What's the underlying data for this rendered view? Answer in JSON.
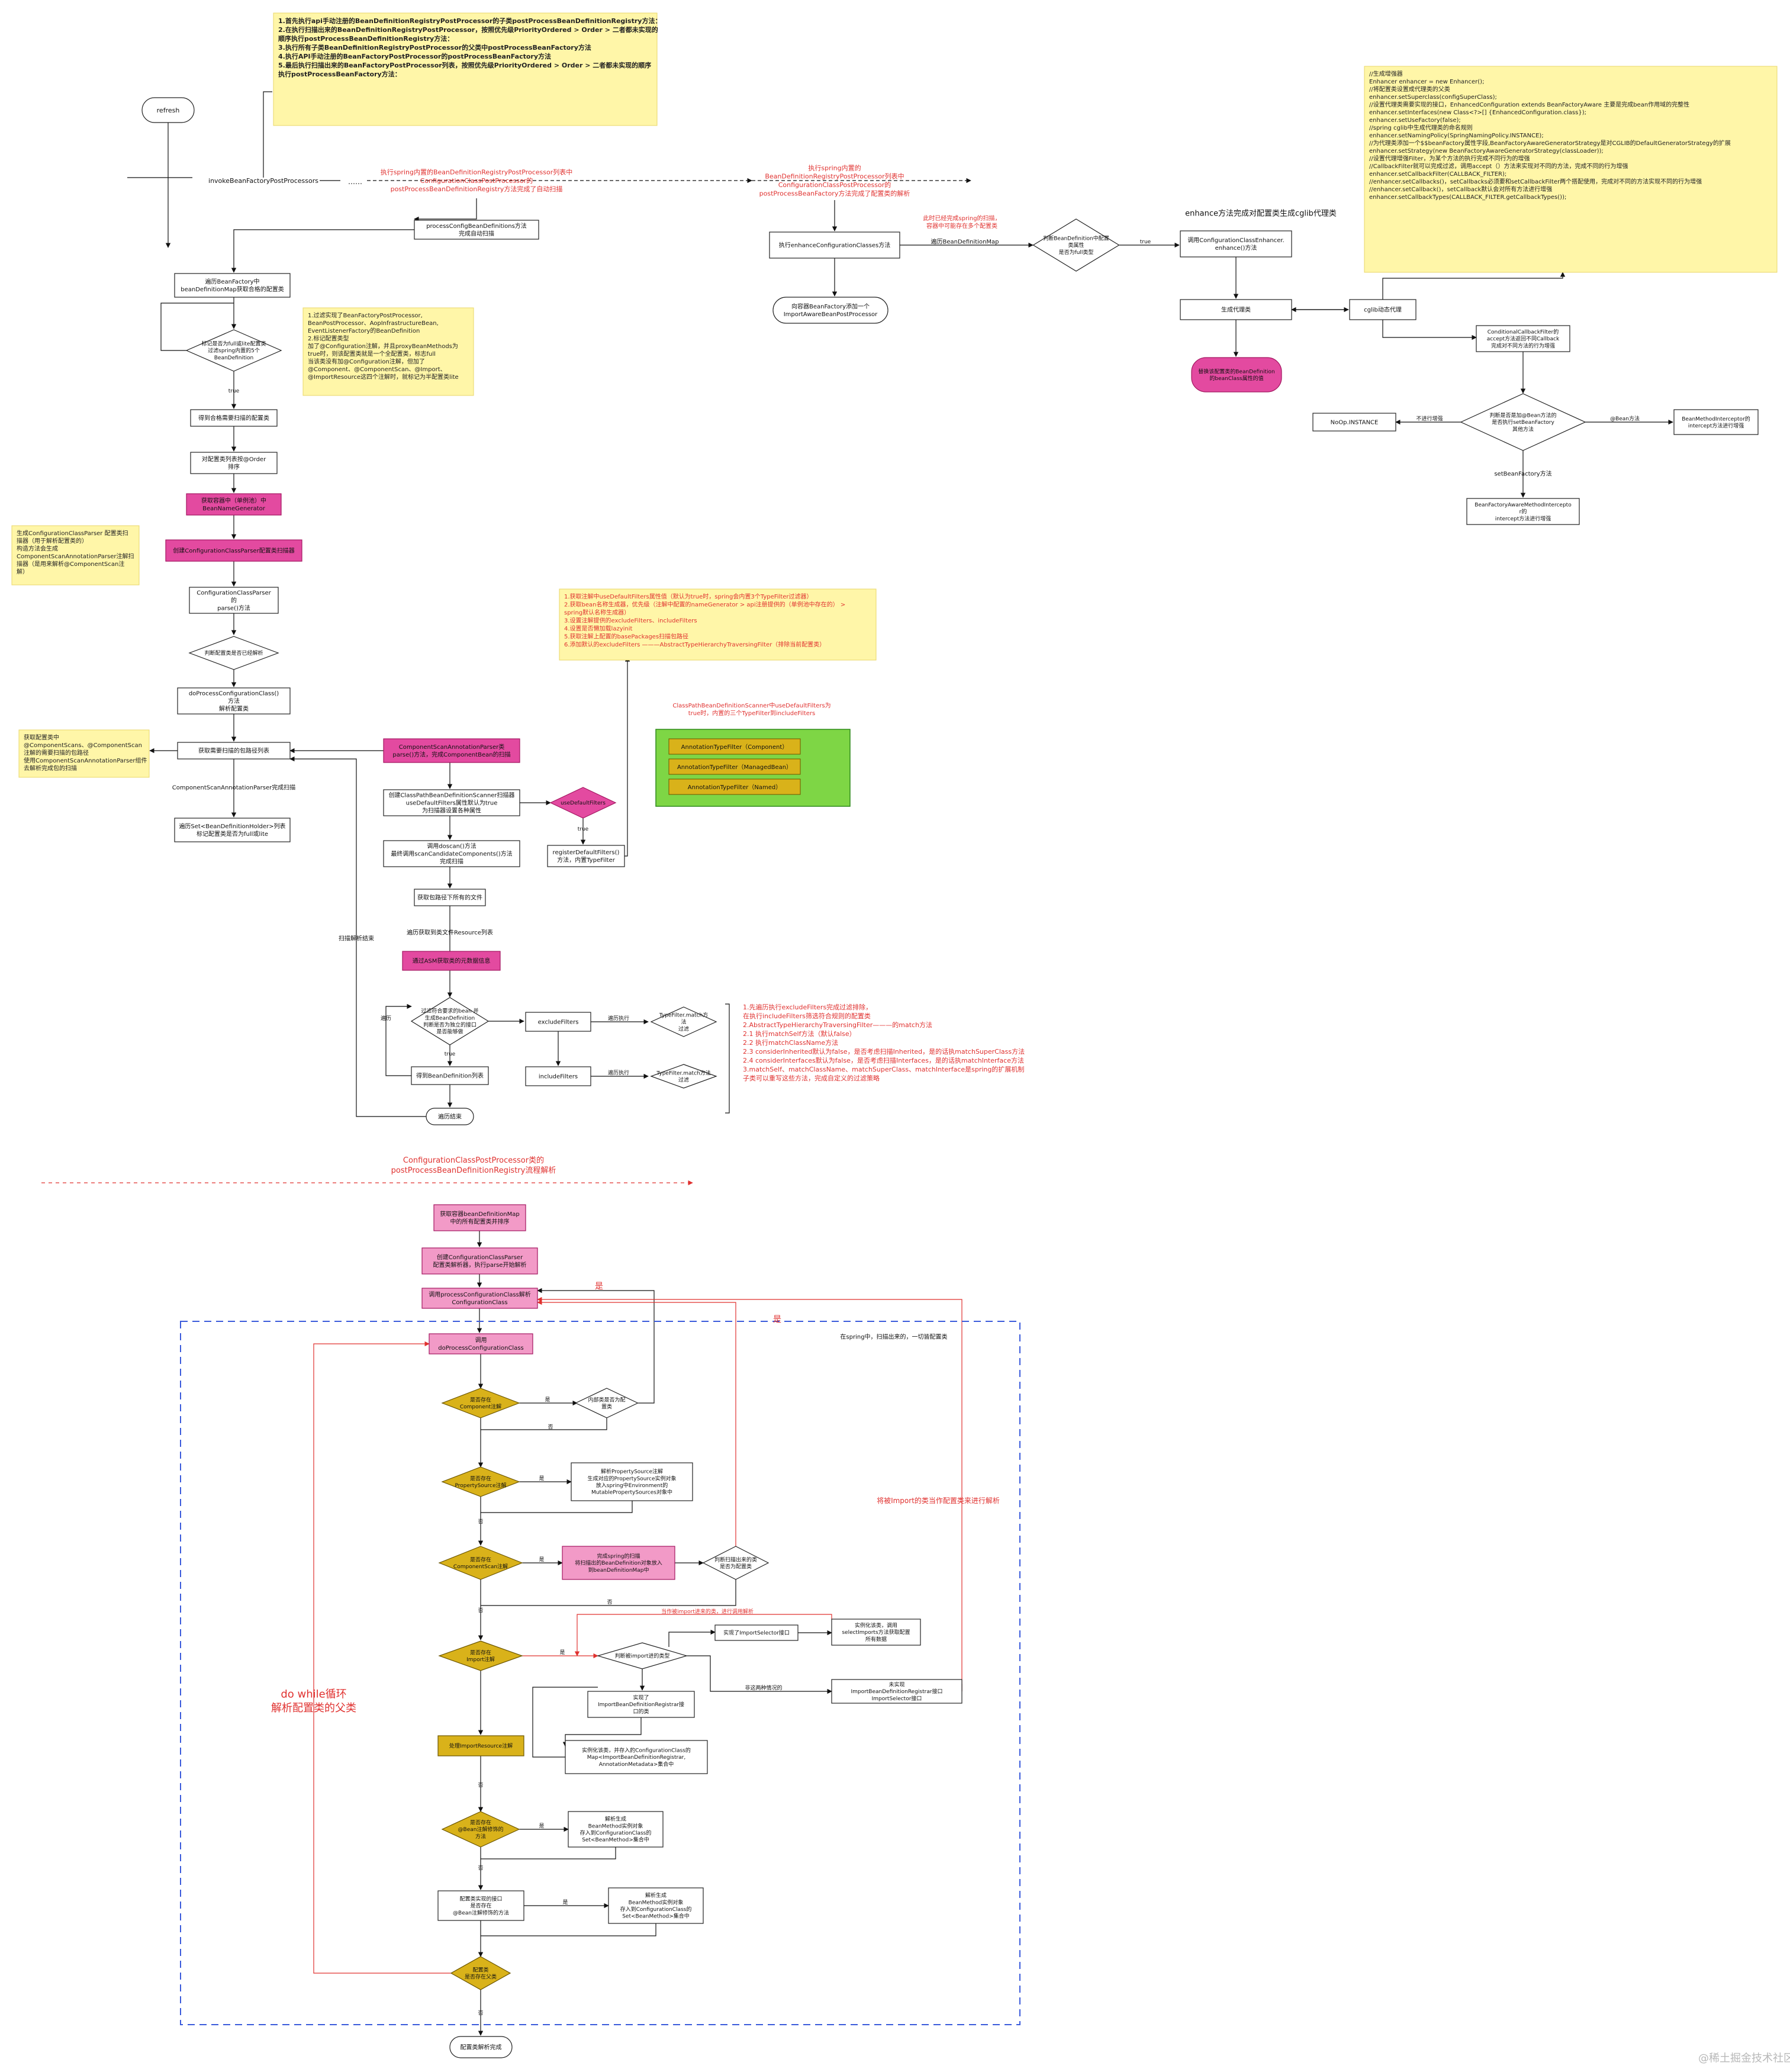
{
  "colors": {
    "line": "#111111",
    "red": "#e0312f",
    "note_fill": "#fff6a8",
    "note_stroke": "#e8d76a",
    "pink": "#e34aa0",
    "pink_light": "#f29ac7",
    "gold": "#d9b21a",
    "green": "#7ed645",
    "box_stroke": "#222222",
    "dashed_blue": "#3b5bdb"
  },
  "nodes": {
    "refresh": "refresh",
    "invoke": "invokeBeanFactoryPostProcessors",
    "dots": "……",
    "red_exec_cc": [
      "执行spring内置的BeanDefinitionRegistryPostProcessor列表中",
      "ConfigurationClassPostProcessor的",
      "postProcessBeanDefinitionRegistry方法完成了自动扫描"
    ],
    "process_config": [
      "processConfigBeanDefinitions方法",
      "完成自动扫描"
    ],
    "traverse_map": [
      "遍历BeanFactory中",
      "beanDefinitionMap获取合格的配置类"
    ],
    "diamond_full_lite": [
      "标记是否为full或lite配置类",
      "过滤spring内置的5个",
      "BeanDefinition"
    ],
    "label_true1": "true",
    "collect_config": "得到合格需要扫描的配置类",
    "sort_config": [
      "对配置类列表按@Order",
      "排序"
    ],
    "get_bean_name_gen": [
      "获取容器中（单例池）中",
      "BeanNameGenerator"
    ],
    "create_parser": "创建ConfigurationClassParser配置类扫描器",
    "parser_parse": [
      "ConfigurationClassParser",
      "的",
      "parse()方法"
    ],
    "diamond_parsed": "判断配置类是否已经解析",
    "do_process": [
      "doProcessConfigurationClass()",
      "方法",
      "解析配置类"
    ],
    "get_scan_paths": "获取需要扫描的包路径列表",
    "scan_parse_done": "ComponentScanAnnotationParser完成扫描",
    "traverse_set": [
      "遍历Set<BeanDefinitionHolder>列表",
      "标记配置类是否为full或lite"
    ],
    "note_filter": [
      "1.过滤实现了BeanFactoryPostProcessor,",
      "BeanPostProcessor、AopInfrastructureBean,",
      "EventListenerFactory的BeanDefinition",
      "2.标记配置类型",
      "加了@Configuration注解，并且proxyBeanMethods为",
      "true时，则该配置类就是一个全配置类，标志full",
      "",
      "当该类没有加@Configuration注解，但加了",
      "@Component、@ComponentScan、@Import、",
      "@ImportResource这四个注解时，就标记为半配置类lite"
    ],
    "note_parser": [
      "生成ConfigurationClassParser 配置类扫",
      "描器（用于解析配置类的）",
      "",
      "构造方法会生成",
      "ComponentScanAnnotationParser注解扫",
      "描器（是用来解析@ComponentScan注",
      "解）"
    ],
    "note_scan_paths": [
      "获取配置类中",
      "@ComponentScans、@ComponentScan",
      "注解的需要扫描的包路径",
      "使用ComponentScanAnnotationParser组件",
      "去解析完成包的扫描"
    ],
    "component_scan_parser": [
      "ComponentScanAnnotationParser类",
      "parse()方法，完成ComponentBean的扫描"
    ],
    "create_scanner": [
      "创建ClassPathBeanDefinitionScanner扫描器",
      "useDefaultFilters属性默认为true",
      "为扫描器设置各种属性"
    ],
    "diamond_use_default": "useDefaultFilters",
    "label_true2": "true",
    "register_filters": [
      "registerDefaultFilters()",
      "方法，内置TypeFilter"
    ],
    "do_scan": [
      "调用doscan()方法",
      "最终调用scanCandidateComponents()方法",
      "完成扫描"
    ],
    "get_files": "获取包路径下所有的文件",
    "traverse_resources": "遍历获取到类文件Resource列表",
    "asm": "通过ASM获取类的元数据信息",
    "diamond_candidate": [
      "过滤符合要求的bean 并",
      "生成BeanDefinition",
      "判断是否为独立的接口",
      "是否能够做"
    ],
    "label_true3": "true",
    "label_traverse": "遍历",
    "get_bd_list": "得到BeanDefinition列表",
    "traverse_end": "遍历结束",
    "exclude_filters": "excludeFilters",
    "include_filters": "includeFilters",
    "label_traverse_exec1": "遍历执行",
    "label_traverse_exec2": "遍历执行",
    "typefilter_match1": [
      "TypeFilter.match方",
      "法",
      "过滤"
    ],
    "typefilter_match2": [
      "TypeFilter.match方法",
      "过滤"
    ],
    "scan_result_end": "扫描解析结束",
    "note_default_filters": [
      "1.获取注解中useDefaultFilters属性值（默认为true时，spring会内置3个TypeFilter过滤器）",
      "2.获取bean名称生成器，优先级（注解中配置的nameGenerator > api注册提供的（单例池中存在的） >",
      "spring默认名称生成器）",
      "3.设置注解提供的excludeFilters、includeFilters",
      "4.设置是否懒加载lazyinit",
      "5.获取注解上配置的basePackages扫描包路径",
      "6.添加默认的excludeFilters ———AbstractTypeHierarchyTraversingFilter（排除当前配置类）"
    ],
    "red_cpbds": [
      "ClassPathBeanDefinitionScanner中useDefaultFilters为",
      "true时，内置的三个TypeFilter到includeFilters"
    ],
    "green_filters": [
      "AnnotationTypeFilter（Component）",
      "AnnotationTypeFilter（ManagedBean）",
      "AnnotationTypeFilter（Named）"
    ],
    "red_match_notes": [
      "1.先遍历执行excludeFilters完成过滤排除，",
      "在执行includeFilters筛选符合规则的配置类",
      "",
      "2.AbstractTypeHierarchyTraversingFilter———的match方法",
      "2.1 执行matchSelf方法（默认false）",
      "2.2 执行matchClassName方法",
      "2.3 considerInherited默认为false，是否考虑扫描Inherited，是的话执matchSuperClass方法",
      "2.4 considerInterfaces默认为false，是否考虑扫描Interfaces，是的话执matchInterface方法",
      "",
      "3.matchSelf、matchClassName、matchSuperClass、matchInterface是spring的扩展机制",
      "子类可以重写这些方法，完成自定义的过滤策略"
    ],
    "red_exec_cc_right": [
      "执行spring内置的",
      "BeanDefinitionRegistryPostProcessor列表中",
      "ConfigurationClassPostProcessor的",
      "postProcessBeanFactory方法完成了配置类的解析"
    ],
    "enhance_classes": "执行enhanceConfigurationClasses方法",
    "red_already_scanned": [
      "此时已经完成spring的扫描，",
      "容器中可能存在多个配置类"
    ],
    "traverse_bdmap": "遍历BeanDefinitionMap",
    "diamond_full_type": [
      "判断BeanDefinition中配置",
      "类属性",
      "是否为full类型"
    ],
    "label_true4": "true",
    "add_import_aware": [
      "向容器BeanFactory添加一个",
      "ImportAwareBeanPostProcessor"
    ],
    "enhance_title": "enhance方法完成对配置类生成cglib代理类",
    "call_enhance": [
      "调用ConfigurationClassEnhancer.",
      "enhance()方法"
    ],
    "gen_proxy": "生成代理类",
    "cglib_proxy": "cglib动态代理",
    "replace_bd": [
      "替换该配置类的BeanDefinition",
      "的beanClass属性的值"
    ],
    "note_enhancer": [
      "//生成增强器",
      "Enhancer enhancer = new Enhancer();",
      "",
      "//将配置类设置成代理类的父类",
      "enhancer.setSuperclass(configSuperClass);",
      "",
      "//设置代理类需要实现的接口，EnhancedConfiguration extends BeanFactoryAware 主要是完成bean作用域的完整性",
      "enhancer.setInterfaces(new Class<?>[] {EnhancedConfiguration.class});",
      "",
      "enhancer.setUseFactory(false);",
      "",
      "//spring cglib中生成代理类的命名规则",
      "enhancer.setNamingPolicy(SpringNamingPolicy.INSTANCE);",
      "",
      "//为代理类添加一个$$beanFactory属性字段,BeanFactoryAwareGeneratorStrategy是对CGLIB的DefaultGeneratorStrategy的扩展",
      "enhancer.setStrategy(new BeanFactoryAwareGeneratorStrategy(classLoader));",
      "",
      "//设置代理增强Filter，为某个方法的执行完成不同行为的增强",
      "//CallbackFilter就可以完成过滤，调用accept（）方法来实现对不同的方法，完成不同的行为增强",
      "enhancer.setCallbackFilter(CALLBACK_FILTER);",
      "",
      "//enhancer.setCallbacks()，setCallbacks必须要和setCallbackFilter两个搭配使用，完成对不同的方法实现不同的行为增强",
      "//enhancer.setCallback()，setCallback默认会对所有方法进行增强",
      "",
      "enhancer.setCallbackTypes(CALLBACK_FILTER.getCallbackTypes());"
    ],
    "conditional_callback": [
      "ConditionalCallbackFilter的",
      "accept方法返回不同Callback",
      "完成对不同方法的行为增强"
    ],
    "diamond_bean_method": [
      "判断是否是加@Bean方法的",
      "是否执行setBeanFactory",
      "其他方法"
    ],
    "noop": "NoOp.INSTANCE",
    "label_no_enhance": "不进行增强",
    "label_bean_method": "@Bean方法",
    "bean_method_interceptor": [
      "BeanMethodInterceptor的",
      "intercept方法进行增强"
    ],
    "label_set_bean_factory": "setBeanFactory方法",
    "bean_factory_aware_interceptor": [
      "BeanFactoryAwareMethodIntercepto",
      "r的",
      "intercept方法进行增强"
    ],
    "red_section_title": [
      "ConfigurationClassPostProcessor类的",
      "postProcessBeanDefinitionRegistry流程解析"
    ],
    "get_bdmap_configs": [
      "获取容器beanDefinitionMap",
      "中的所有配置类并排序"
    ],
    "create_parser_parse": [
      "创建ConfigurationClassParser",
      "配置类解析器，执行parse开始解析"
    ],
    "call_process": [
      "调用processConfigurationClass解析",
      "ConfigurationClass"
    ],
    "red_yes1": "是",
    "red_yes2": "是",
    "loop_title": "在spring中，扫描出来的，一切皆配置类",
    "call_do_process": [
      "调用",
      "doProcessConfigurationClass"
    ],
    "diamond_component": [
      "是否存在",
      "Component注解"
    ],
    "diamond_inner_config": [
      "内部类是否为配",
      "置类"
    ],
    "label_yes_a": "是",
    "label_no_a": "否",
    "diamond_property_source": [
      "是否存在",
      "PropertySource注解"
    ],
    "property_source_box": [
      "解析PropertySource注解",
      "生成对应的PropertySource实例对象",
      "放入spring中Environment的",
      "MutablePropertySources对象中"
    ],
    "label_yes_b": "是",
    "label_no_b": "否",
    "diamond_component_scan": [
      "是否存在",
      "ComponentScan注解"
    ],
    "component_scan_box": [
      "完成spring的扫描",
      "将扫描出的BeanDefinition对象放入",
      "到beanDefinitionMap中"
    ],
    "diamond_scanned_config": [
      "判断扫描出来的类",
      "是否为配置类"
    ],
    "label_yes_c": "是",
    "label_no_c": "否",
    "label_no_c2": "否",
    "red_import_import": "当作被import进来的类，进行调用解析",
    "diamond_import": [
      "是否存在",
      "Import注解"
    ],
    "diamond_import_type": "判断被import进的类型",
    "import_selector": "实现了ImportSelector接口",
    "select_imports": [
      "实例化该类，调用",
      "selectImports方法获取配置",
      "所有数据"
    ],
    "import_registrar": [
      "实现了",
      "ImportBeanDefinitionRegistrar接",
      "口的类"
    ],
    "label_other_two": "非这两种情况的",
    "not_impl": [
      "未实现",
      "ImportBeanDefinitionRegistrar接口",
      "ImportSelector接口"
    ],
    "label_yes_d": "是",
    "label_no_d": "否",
    "instantiate_registrar": [
      "实例化该类，并存入的ConfigurationClass的",
      "Map<ImportBeanDefinitionRegistrar,",
      "AnnotationMetadata>集合中"
    ],
    "red_import_config": "将被Import的类当作配置类来进行解析",
    "import_resource": "处理ImportResource注解",
    "label_no_e": "否",
    "diamond_bean_annotation": [
      "是否存在",
      "@Bean注解修饰的",
      "方法"
    ],
    "bean_method_box": [
      "解析生成",
      "BeanMethod实例对象",
      "存入到ConfigurationClass的",
      "Set<BeanMethod>集合中"
    ],
    "label_yes_f": "是",
    "label_no_f": "否",
    "interface_bean": [
      "配置类实现的接口",
      "是否存在",
      "@Bean注解修饰的方法"
    ],
    "interface_bean_box": [
      "解析生成",
      "BeanMethod实例对象",
      "存入到ConfigurationClass的",
      "Set<BeanMethod>集合中"
    ],
    "label_yes_g": "是",
    "diamond_super": [
      "配置类",
      "是否存在父类"
    ],
    "label_no_h": "否",
    "do_while": [
      "do while循环",
      "解析配置类的父类"
    ],
    "parse_done": "配置类解析完成",
    "watermark": "@稀土掘金技术社区",
    "note_top": [
      "1.首先执行api手动注册的BeanDefinitionRegistryPostProcessor的子类postProcessBeanDefinitionRegistry方法：",
      "",
      "2.在执行扫描出来的BeanDefinitionRegistryPostProcessor，按照优先级PriorityOrdered > Order > 二者都未实现的",
      "顺序执行postProcessBeanDefinitionRegistry方法：",
      "",
      "3.执行所有子类BeanDefinitionRegistryPostProcessor的父类中postProcessBeanFactory方法",
      "",
      "4.执行API手动注册的BeanFactoryPostProcessor的postProcessBeanFactory方法",
      "",
      "5.最后执行扫描出来的BeanFactoryPostProcessor列表，按照优先级PriorityOrdered > Order > 二者都未实现的顺序",
      "执行postProcessBeanFactory方法："
    ]
  }
}
